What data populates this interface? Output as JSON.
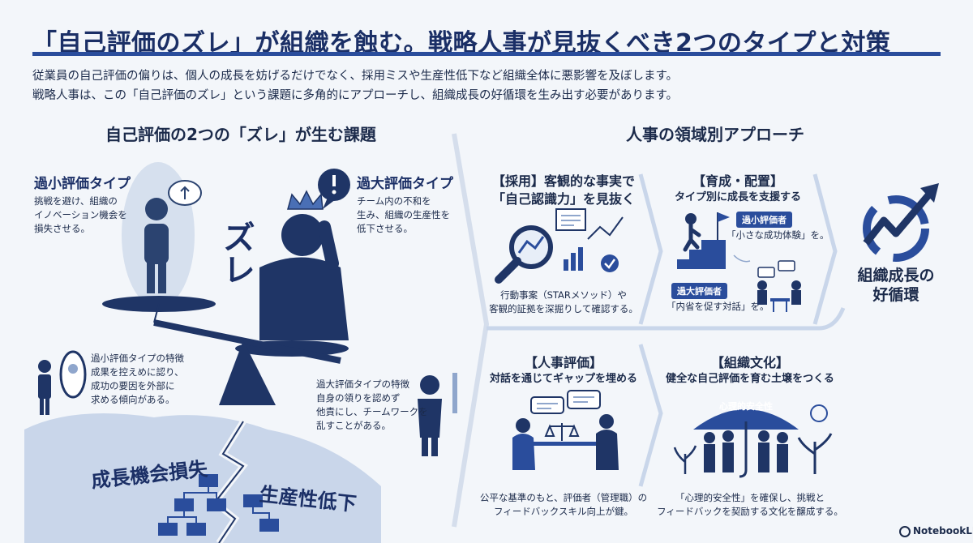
{
  "title": "「自己評価のズレ」が組織を蝕む。戦略人事が見抜くべき2つのタイプと対策",
  "intro": [
    "従業員の自己評価の偏りは、個人の成長を妨げるだけでなく、採用ミスや生産性低下など組織全体に悪影響を及ぼします。",
    "戦略人事は、この「自己評価のズレ」という課題に多角的にアプローチし、組織成長の好循環を生み出す必要があります。"
  ],
  "left": {
    "heading": "自己評価の2つの「ズレ」が生む課題",
    "under": {
      "title": "過小評価タイプ",
      "desc": [
        "挑戦を避け、組織の",
        "イノベーション機会を",
        "損失させる。"
      ]
    },
    "over": {
      "title": "過大評価タイプ",
      "desc": [
        "チーム内の不和を",
        "生み、組織の生産性を",
        "低下させる。"
      ]
    },
    "zure": "ズレ",
    "under_trait": [
      "過小評価タイプの特徴",
      "成果を控えめに認り、",
      "成功の要因を外部に",
      "求める傾向がある。"
    ],
    "over_trait": [
      "過大評価タイプの特徴",
      "自身の領りを認めず",
      "他責にし、チームワークを",
      "乱すことがある。"
    ],
    "loss_growth": "成長機会損失",
    "loss_productivity": "生産性低下"
  },
  "right": {
    "heading": "人事の領域別アプローチ",
    "hiring": {
      "title": "【採用】客観的な事実で",
      "subtitle": "「自己認識力」を見抜く",
      "desc": [
        "行動事案（STARメソッド）や",
        "客観的証拠を深掘りして確認する。"
      ]
    },
    "development": {
      "title": "【育成・配置】",
      "subtitle": "タイプ別に成長を支援する",
      "under_pill": "過小評価者",
      "under_text": "「小さな成功体験」を。",
      "over_pill": "過大評価者",
      "over_text": "「内省を促す対話」を。"
    },
    "evaluation": {
      "title": "【人事評価】",
      "subtitle": "対話を通じてギャップを埋める",
      "desc": [
        "公平な基準のもと、評価者（管理職）の",
        "フィードバックスキル向上が鍵。"
      ]
    },
    "culture": {
      "title": "【組織文化】",
      "subtitle": "健全な自己評価を育む土壌をつくる",
      "umbrella": "心理的安全性",
      "desc": [
        "「心理的安全性」を確保し、挑戦と",
        "フィードバックを契励する文化を醸成する。"
      ]
    },
    "result": [
      "組織成長の",
      "好循環"
    ]
  },
  "brand": "NotebookLM",
  "colors": {
    "navy": "#1b2f66",
    "accent": "#2a4d9c",
    "light": "#c9d6ea"
  }
}
